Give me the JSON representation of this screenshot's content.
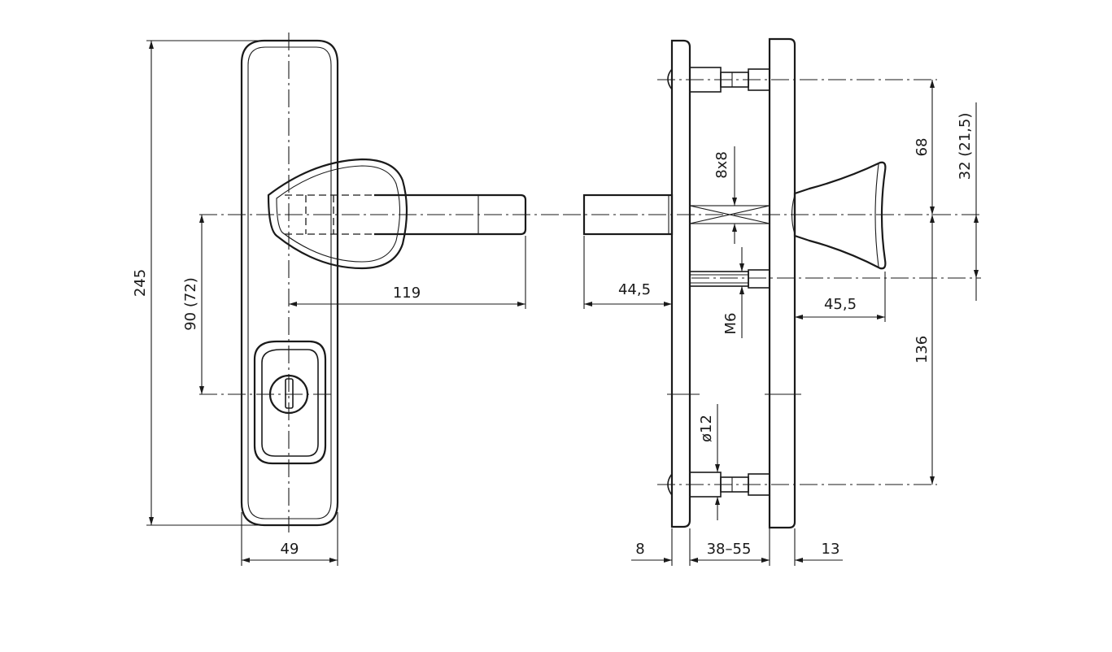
{
  "dimensions": {
    "plate_height": "245",
    "plate_width": "49",
    "handle_length": "119",
    "axis_spacing": "90 (72)",
    "spindle_projection": "44,5",
    "knob_projection": "45,5",
    "spindle_square": "8x8",
    "bolt_thread": "M6",
    "pin_diameter": "ø12",
    "outer_plate_thickness": "8",
    "door_thickness": "38–55",
    "inner_plate_thickness": "13",
    "upper_screw_offset": "68",
    "lower_screw_offset": "136",
    "bolt_offset": "32 (21,5)"
  }
}
